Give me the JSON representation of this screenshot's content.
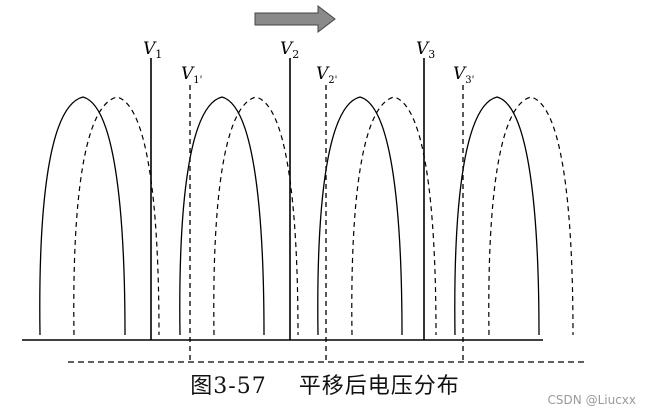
{
  "figure": {
    "caption_number": "图3-57",
    "caption_text": "平移后电压分布",
    "watermark": "CSDN @Liucxx",
    "arrow_fill": "#8a8a8a",
    "arrow_stroke": "#444444",
    "line_color": "#000000"
  },
  "labels": {
    "solid": [
      {
        "main": "V",
        "sub": "1"
      },
      {
        "main": "V",
        "sub": "2"
      },
      {
        "main": "V",
        "sub": "3"
      }
    ],
    "dashed": [
      {
        "main": "V",
        "sub": "1'"
      },
      {
        "main": "V",
        "sub": "2'"
      },
      {
        "main": "V",
        "sub": "3'"
      }
    ]
  }
}
